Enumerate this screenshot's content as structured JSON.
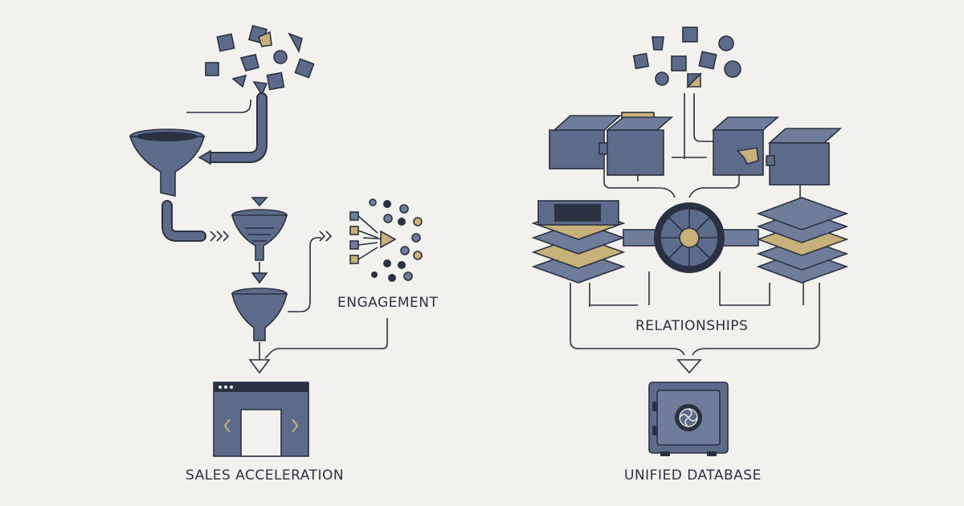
{
  "labels": {
    "engagement": "ENGAGEMENT",
    "sales_acceleration": "SALES ACCELERATION",
    "relationships": "RELATIONSHIPS",
    "unified_database": "UNIFIED DATABASE"
  },
  "colors": {
    "background": "#f3f1ed",
    "slate": "#5d6b8a",
    "navy": "#2a3142",
    "gold": "#c7b07a"
  },
  "icons": [
    "scattered-shapes-icon",
    "funnel-icon",
    "arrow-icon",
    "network-nodes-icon",
    "browser-window-icon",
    "open-box-icon",
    "layer-stack-icon",
    "hub-wheel-icon",
    "safe-vault-icon"
  ]
}
